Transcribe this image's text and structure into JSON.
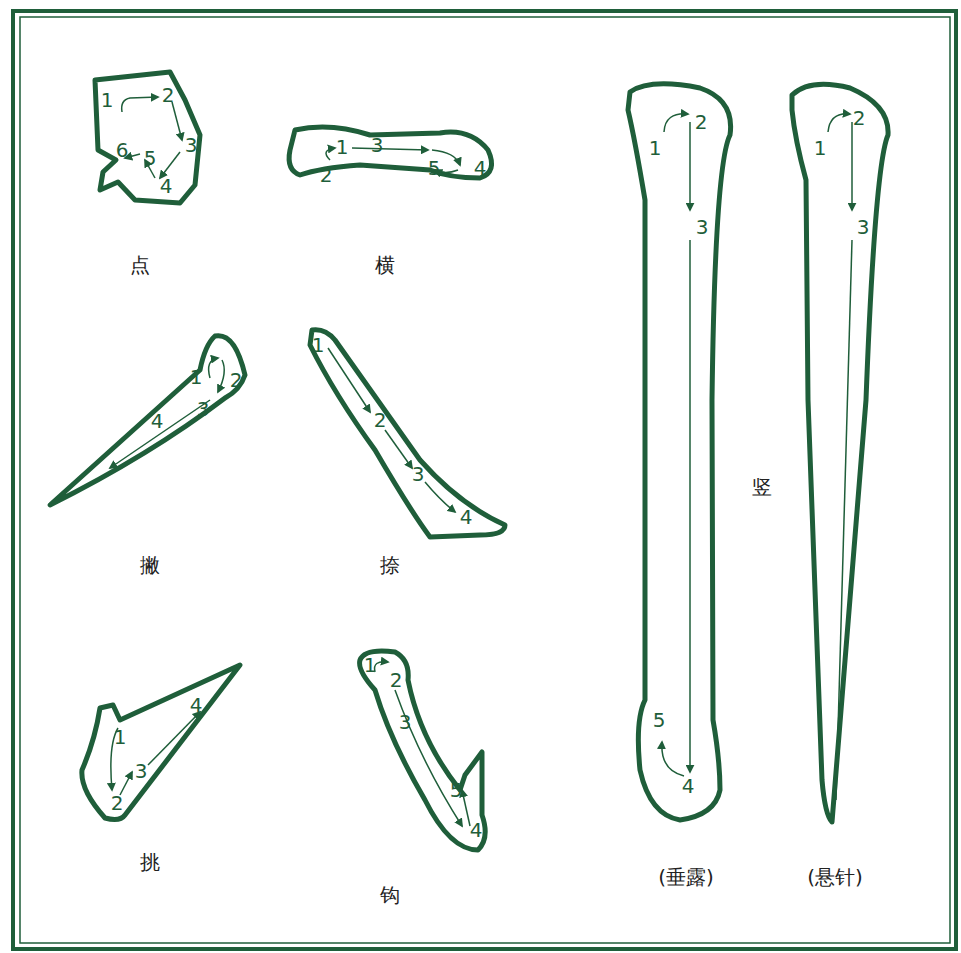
{
  "diagram": {
    "labels": [
      "1",
      "2",
      "3",
      "4",
      "5",
      "6",
      "点",
      "1",
      "2",
      "3",
      "4",
      "5",
      "横",
      "1",
      "2",
      "3",
      "4",
      "撇",
      "1",
      "2",
      "3",
      "4",
      "捺",
      "1",
      "2",
      "3",
      "4",
      "挑",
      "1",
      "2",
      "3",
      "4",
      "5",
      "钩",
      "1",
      "2",
      "3",
      "4",
      "5",
      "1",
      "2",
      "3",
      "竖",
      "(垂露)",
      "(悬针)"
    ]
  }
}
